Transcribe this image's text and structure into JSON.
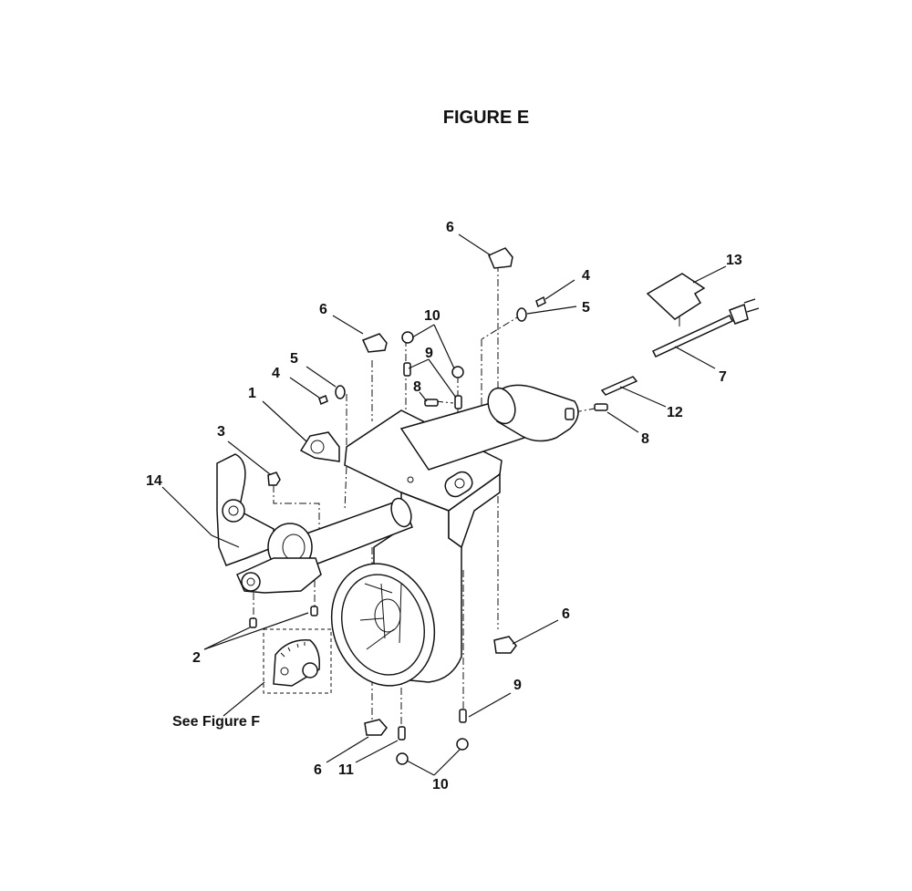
{
  "figure": {
    "title": "FIGURE E"
  },
  "callouts": {
    "c1": "1",
    "c2": "2",
    "c3": "3",
    "c4a": "4",
    "c4b": "4",
    "c5a": "5",
    "c5b": "5",
    "c6a": "6",
    "c6b": "6",
    "c6c": "6",
    "c6d": "6",
    "c7": "7",
    "c8a": "8",
    "c8b": "8",
    "c9a": "9",
    "c9b": "9",
    "c10a": "10",
    "c10b": "10",
    "c11": "11",
    "c12": "12",
    "c13": "13",
    "c14": "14",
    "see_figure": "See Figure F"
  }
}
